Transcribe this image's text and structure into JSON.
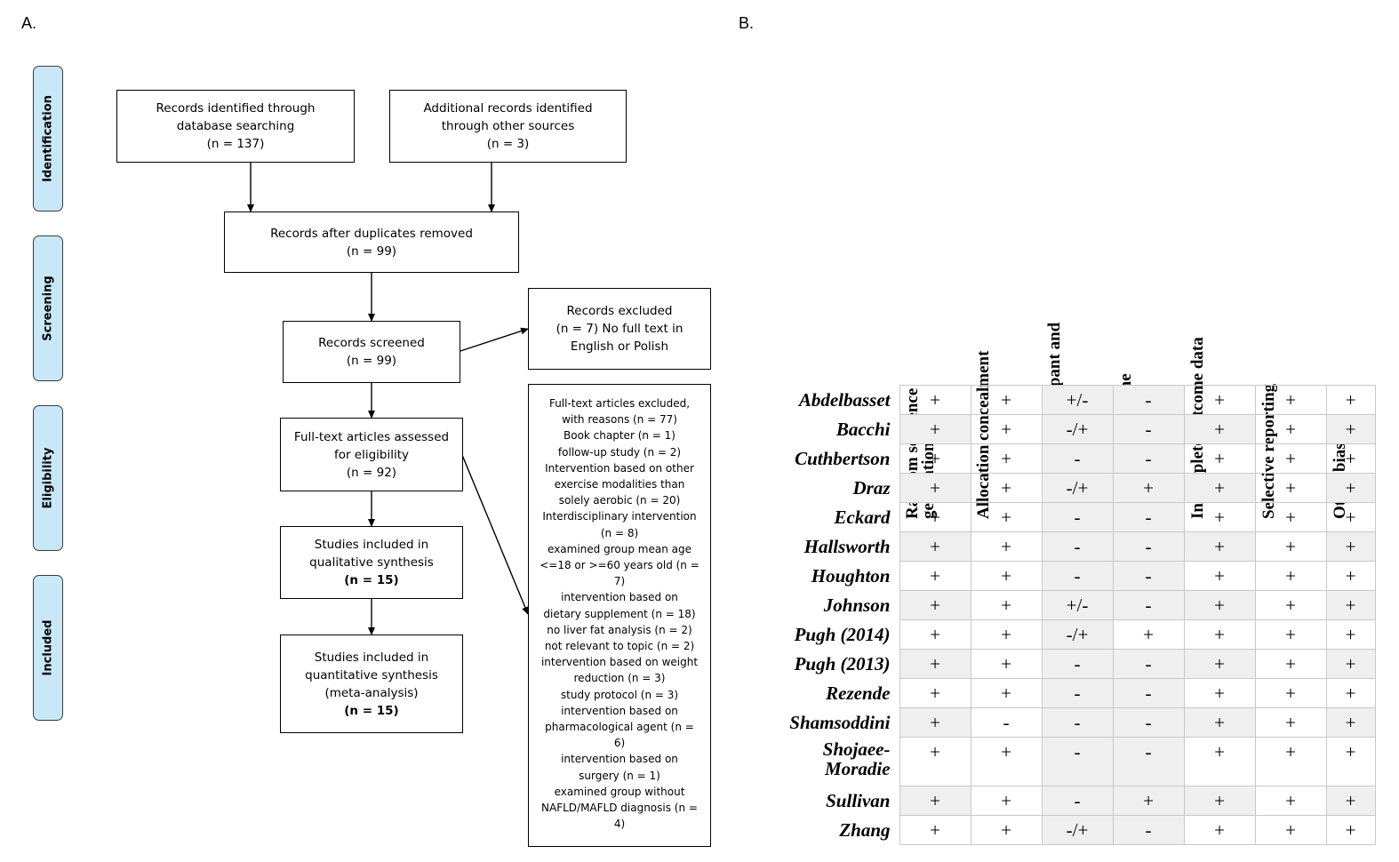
{
  "panels": {
    "a": "A.",
    "b": "B."
  },
  "stages": [
    "Identification",
    "Screening",
    "Eligibility",
    "Included"
  ],
  "flow": {
    "identified_db": [
      "Records identified through",
      "database searching",
      "(n = 137)"
    ],
    "identified_other": [
      "Additional records identified",
      "through other sources",
      "(n = 3)"
    ],
    "after_duplicates": [
      "Records after duplicates removed",
      "(n = 99)"
    ],
    "screened": [
      "Records screened",
      "(n = 99)"
    ],
    "excluded": [
      "Records excluded",
      "(n = 7) No full text in",
      "English or Polish"
    ],
    "fulltext_assessed": [
      "Full-text articles assessed",
      "for eligibility",
      "(n = 92)"
    ],
    "fulltext_excluded": [
      "Full-text articles excluded,",
      "with reasons (n = 77)",
      "Book chapter (n = 1)",
      "follow-up study (n = 2)",
      "Intervention based on other",
      "exercise modalities than",
      "solely aerobic (n = 20)",
      "Interdisciplinary intervention",
      "(n = 8)",
      "examined group mean age",
      "<=18 or >=60 years old (n =",
      "7)",
      "intervention based on",
      "dietary supplement (n = 18)",
      "no liver fat analysis (n = 2)",
      "not relevant to topic (n = 2)",
      "intervention based on weight",
      "reduction (n = 3)",
      "study protocol (n = 3)",
      "intervention based on",
      "pharmacological agent (n =",
      "6)",
      "intervention based on",
      "surgery (n = 1)",
      "examined group without",
      "NAFLD/MAFLD diagnosis (n =",
      "4)"
    ],
    "qualitative": [
      "Studies included in",
      "qualitative synthesis",
      "(n = 15)"
    ],
    "quantitative": [
      "Studies included in",
      "quantitative synthesis",
      "(meta-analysis)",
      "(n = 15)"
    ]
  },
  "risk_table": {
    "columns": [
      "Random sequence generation",
      "Allocation concealment",
      "Blinding of participant and personnel",
      "Blinding of outcome assessment",
      "Incomplete outcome data",
      "Selective reporting",
      "Other bias"
    ],
    "rows": [
      {
        "study": "Abdelbasset",
        "values": [
          "+",
          "+",
          "+/-",
          "-",
          "+",
          "+",
          "+"
        ]
      },
      {
        "study": "Bacchi",
        "values": [
          "+",
          "+",
          "-/+",
          "-",
          "+",
          "+",
          "+"
        ]
      },
      {
        "study": "Cuthbertson",
        "values": [
          "+",
          "+",
          "-",
          "-",
          "+",
          "+",
          "+"
        ]
      },
      {
        "study": "Draz",
        "values": [
          "+",
          "+",
          "-/+",
          "+",
          "+",
          "+",
          "+"
        ]
      },
      {
        "study": "Eckard",
        "values": [
          "+",
          "+",
          "-",
          "-",
          "+",
          "+",
          "+"
        ]
      },
      {
        "study": "Hallsworth",
        "values": [
          "+",
          "+",
          "-",
          "-",
          "+",
          "+",
          "+"
        ]
      },
      {
        "study": "Houghton",
        "values": [
          "+",
          "+",
          "-",
          "-",
          "+",
          "+",
          "+"
        ]
      },
      {
        "study": "Johnson",
        "values": [
          "+",
          "+",
          "+/-",
          "-",
          "+",
          "+",
          "+"
        ]
      },
      {
        "study": "Pugh (2014)",
        "values": [
          "+",
          "+",
          "-/+",
          "+",
          "+",
          "+",
          "+"
        ]
      },
      {
        "study": "Pugh (2013)",
        "values": [
          "+",
          "+",
          "-",
          "-",
          "+",
          "+",
          "+"
        ]
      },
      {
        "study": "Rezende",
        "values": [
          "+",
          "+",
          "-",
          "-",
          "+",
          "+",
          "+"
        ]
      },
      {
        "study": "Shamsoddini",
        "values": [
          "+",
          "-",
          "-",
          "-",
          "+",
          "+",
          "+"
        ]
      },
      {
        "study": "Shojaee-\nMoradie",
        "values": [
          "+",
          "+",
          "-",
          "-",
          "+",
          "+",
          "+"
        ]
      },
      {
        "study": "Sullivan",
        "values": [
          "+",
          "+",
          "-",
          "+",
          "+",
          "+",
          "+"
        ]
      },
      {
        "study": "Zhang",
        "values": [
          "+",
          "+",
          "-/+",
          "-",
          "+",
          "+",
          "+"
        ]
      }
    ]
  }
}
